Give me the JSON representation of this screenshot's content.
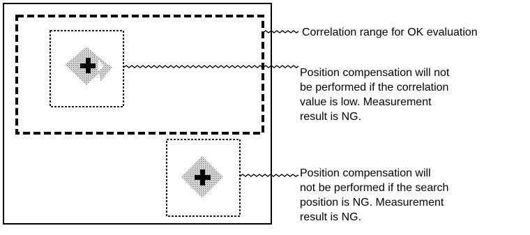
{
  "annotations": {
    "correlation_range": "Correlation range for OK evaluation",
    "low_correlation": [
      "Position compensation will not",
      "be performed if the correlation",
      "value is low. Measurement",
      "result is NG."
    ],
    "search_position_ng": [
      "Position compensation will",
      "not be performed if the search",
      "position is NG. Measurement",
      "result is NG."
    ]
  },
  "colors": {
    "ink": "#000000",
    "pattern": "#9a9a9a"
  }
}
